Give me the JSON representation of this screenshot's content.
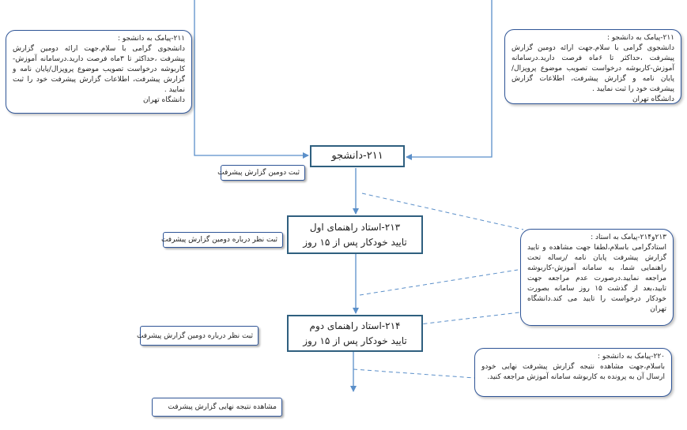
{
  "callouts": {
    "top_left": {
      "title": "۲۱۱-پیامک به دانشجو :",
      "body": "دانشجوی گرامی با سلام.جهت ارائه دومین گزارش پیشرفت ،حداکثر تا ۳ماه فرصت دارید.درسامانه آموزش-کاربوشه درخواست تصویب موضوع پروپزال/پایان نامه و گزارش پیشرفت، اطلاعات گزارش پیشرفت خود را ثبت نمایید .",
      "footer": "دانشگاه تهران"
    },
    "top_right": {
      "title": "۲۱۱-پیامک به دانشجو :",
      "body": "دانشجوی گرامی با سلام.جهت ارائه دومین گزارش پیشرفت ،حداکثر تا ۶ماه فرصت دارید.درسامانه آموزش-کاربوشه درخواست تصویب موضوع پروپزال/پایان نامه و گزارش پیشرفت، اطلاعات گزارش پیشرفت خود را ثبت نمایید .",
      "footer": "دانشگاه تهران"
    },
    "advisor": {
      "title": "۲۱۳و۲۱۴-پیامک به استاد :",
      "body": "استادگرامی باسلام،لطفا جهت مشاهده و تایید گزارش پیشرفت پایان نامه /رساله تحت راهنمایی شما، به سامانه آموزش-کاربوشه مراجعه نمایید.درصورت عدم مراجعه جهت تایید،بعد از گذشت ۱۵ روز سامانه بصورت خودکار درخواست را تایید می کند.دانشگاه تهران"
    },
    "result": {
      "title": "۲۲۰-پیامک به دانشجو :",
      "body": "باسلام،جهت مشاهده نتیجه گزارش پیشرفت نهایی خودو ارسال آن به پرونده به کاربوشه سامانه آموزش مراجعه کنید."
    }
  },
  "nodes": {
    "student": {
      "label": "۲۱۱-دانشجو"
    },
    "advisor1": {
      "line1": "۲۱۳-استاد راهنمای اول",
      "line2": "تایید خودکار پس از ۱۵ روز"
    },
    "advisor2": {
      "line1": "۲۱۴-استاد راهنمای دوم",
      "line2": "تایید خودکار پس از ۱۵ روز"
    }
  },
  "tags": {
    "student": "ثبت دومین گزارش پیشرفت",
    "advisor1": "ثبت  نظر درباره دومین گزارش پیشرفت",
    "advisor2": "ثبت  نظر درباره دومین گزارش پیشرفت",
    "final": "مشاهده نتیجه نهایی  گزارش پیشرفت"
  },
  "colors": {
    "connector": "#5b8fc9",
    "box_border": "#2f5f7f",
    "callout_border": "#2f5597"
  }
}
